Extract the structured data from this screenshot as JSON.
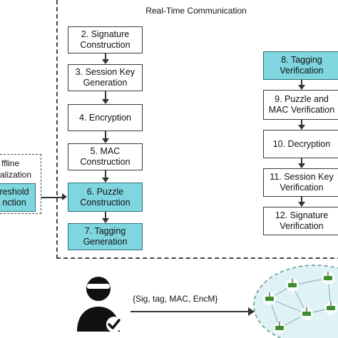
{
  "section_title": "Real-Time Communication",
  "left_column": [
    {
      "label": "2. Signature Construction",
      "highlight": false
    },
    {
      "label": "3. Session Key Generation",
      "highlight": false
    },
    {
      "label": "4. Encryption",
      "highlight": false
    },
    {
      "label": "5. MAC Construction",
      "highlight": false
    },
    {
      "label": "6. Puzzle Construction",
      "highlight": true
    },
    {
      "label": "7. Tagging Generation",
      "highlight": true
    }
  ],
  "right_column": [
    {
      "label": "8. Tagging Verification",
      "highlight": true
    },
    {
      "label": "9. Puzzle and MAC Verification",
      "highlight": false
    },
    {
      "label": "10. Decryption",
      "highlight": false
    },
    {
      "label": "11. Session Key Verification",
      "highlight": false
    },
    {
      "label": "12. Signature Verification",
      "highlight": false
    }
  ],
  "offline": {
    "line1": "ffline",
    "line2": "alization",
    "box_line1": "reshold",
    "box_line2": "nction"
  },
  "message": "{Sig, tag, MAC, EncM}",
  "icons": {
    "user": "user-check-icon",
    "network": "sensor-network-icon"
  },
  "colors": {
    "highlight": "#7fd6df",
    "border": "#3a3a3a",
    "network_fill": "#dff3f6"
  }
}
